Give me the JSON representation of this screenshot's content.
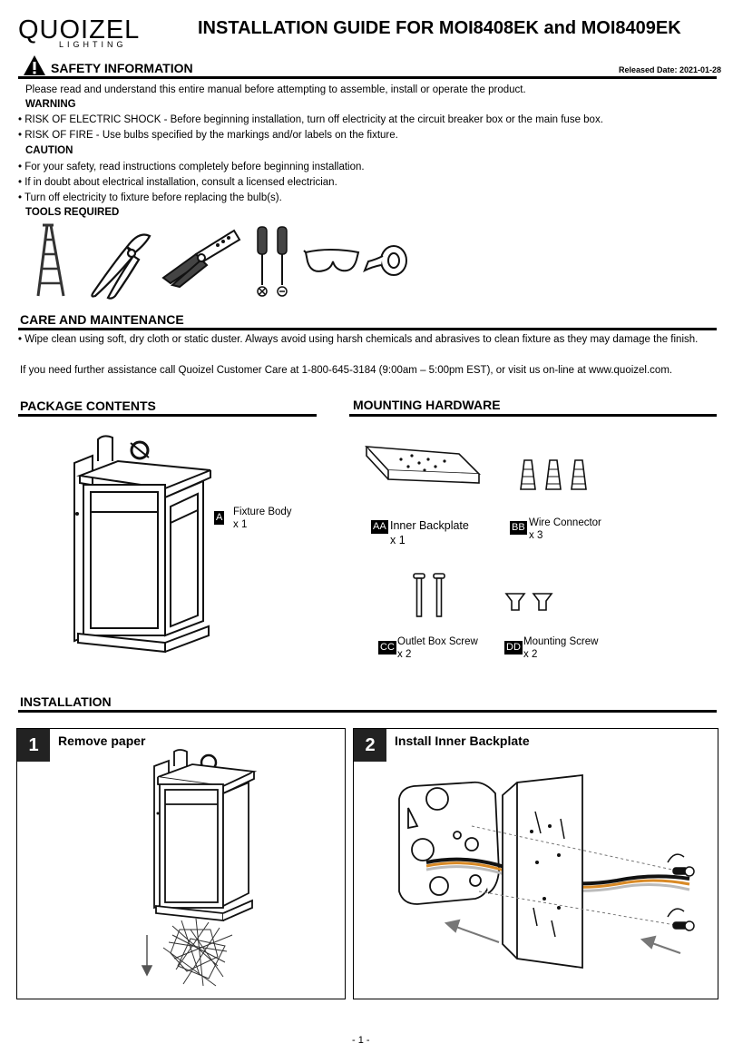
{
  "brand": {
    "name": "QUOIZEL",
    "sub": "LIGHTING"
  },
  "title": "INSTALLATION GUIDE FOR MOI8408EK and MOI8409EK",
  "safety": {
    "heading": "SAFETY INFORMATION",
    "released": "Released Date: 2021-01-28",
    "intro": "Please read and understand this entire manual before attempting to assemble, install or operate the product.",
    "warning_head": "WARNING",
    "warnings": [
      "• RISK OF ELECTRIC SHOCK - Before beginning installation, turn off electricity at the circuit breaker box or the main fuse box.",
      "• RISK OF FIRE - Use bulbs specified by the markings and/or labels on the fixture."
    ],
    "caution_head": "CAUTION",
    "cautions": [
      "• For your safety, read instructions completely before beginning installation.",
      "• If in doubt about electrical installation, consult a licensed electrician.",
      "• Turn off electricity to fixture before replacing the bulb(s)."
    ],
    "tools_head": "TOOLS REQUIRED"
  },
  "care": {
    "heading": "CARE AND MAINTENANCE",
    "text": "• Wipe clean using soft, dry cloth or static duster. Always avoid using harsh chemicals and abrasives to clean fixture as they may damage the finish.",
    "assist": "If you need further assistance call Quoizel Customer Care at 1-800-645-3184 (9:00am – 5:00pm EST), or visit us on-line at www.quoizel.com."
  },
  "package": {
    "heading": "PACKAGE CONTENTS",
    "items": [
      {
        "tag": "A",
        "name": "Fixture Body",
        "qty": "x 1"
      }
    ]
  },
  "hardware": {
    "heading": "MOUNTING HARDWARE",
    "items": [
      {
        "tag": "AA",
        "name": "Inner Backplate",
        "qty": "x 1"
      },
      {
        "tag": "BB",
        "name": "Wire Connector",
        "qty": "x 3"
      },
      {
        "tag": "CC",
        "name": "Outlet Box Screw",
        "qty": "x 2"
      },
      {
        "tag": "DD",
        "name": "Mounting Screw",
        "qty": "x 2"
      }
    ]
  },
  "installation": {
    "heading": "INSTALLATION",
    "steps": [
      {
        "num": "1",
        "title": "Remove paper"
      },
      {
        "num": "2",
        "title": "Install Inner Backplate"
      }
    ]
  },
  "footer": {
    "page": "- 1 -"
  }
}
